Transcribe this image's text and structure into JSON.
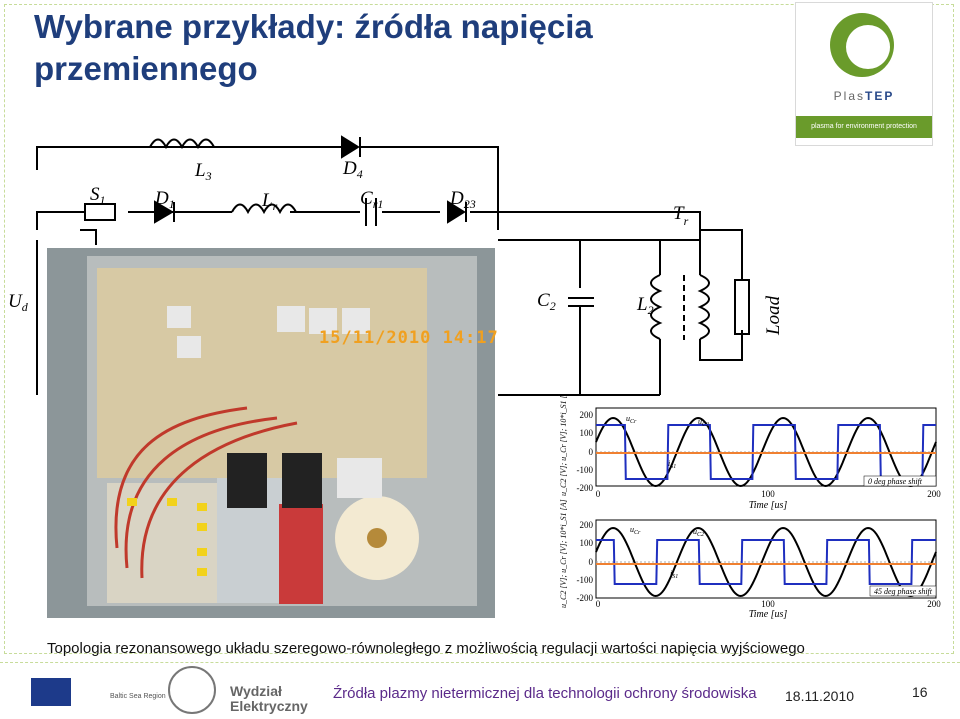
{
  "slide": {
    "title": "Wybrane przykłady: źródła napięcia przemiennego",
    "caption": "Topologia rezonansowego układu szeregowo-równoległego z możliwością regulacji wartości napięcia wyjściowego"
  },
  "logo": {
    "name_left": "Plas",
    "name_right": "TEP",
    "tagline": "plasma for environment protection"
  },
  "circuit": {
    "labels": {
      "s1": "S",
      "s1_sub": "1",
      "d1": "D",
      "d1_sub": "1",
      "l3": "L",
      "l3_sub": "3",
      "lr": "L",
      "lr_sub": "r",
      "d4": "D",
      "d4_sub": "4",
      "cr1": "C",
      "cr1_sub": "r1",
      "d23": "D",
      "d23_sub": "23",
      "tr": "T",
      "tr_sub": "r",
      "ud": "U",
      "ud_sub": "d",
      "c2": "C",
      "c2_sub": "2",
      "l2": "L",
      "l2_sub": "2",
      "load": "Load"
    }
  },
  "photo": {
    "timestamp": "15/11/2010  14:17"
  },
  "scope": {
    "ylabel_top": "u_C2 [V]; u_Cr [V]; 10*i_S1 [A]",
    "ylabel_bottom": "u_C2 [V]; u_Cr [V]; 10*i_S1 [A]",
    "yticks": [
      "200",
      "100",
      "0",
      "-100",
      "-200"
    ],
    "xticks": [
      "0",
      "100",
      "200"
    ],
    "xlabel": "Time [us]",
    "top_annot": "0 deg phase shift",
    "bottom_annot": "45 deg phase shift",
    "series_labels": {
      "ucr": "u",
      "ucr_sub": "Cr",
      "uc2": "u",
      "uc2_sub": "C2",
      "is1": "i",
      "is1_sub": "S1"
    },
    "colors": {
      "ucr": "#1f2fbf",
      "uc2": "#000000",
      "is1": "#f08030"
    }
  },
  "footer": {
    "text": "Źródła plazmy nietermicznej dla technologii ochrony środowiska",
    "date": "18.11.2010",
    "page": "16",
    "faculty_line1": "Wydział",
    "faculty_line2": "Elektryczny",
    "bsr": "Baltic Sea Region"
  }
}
